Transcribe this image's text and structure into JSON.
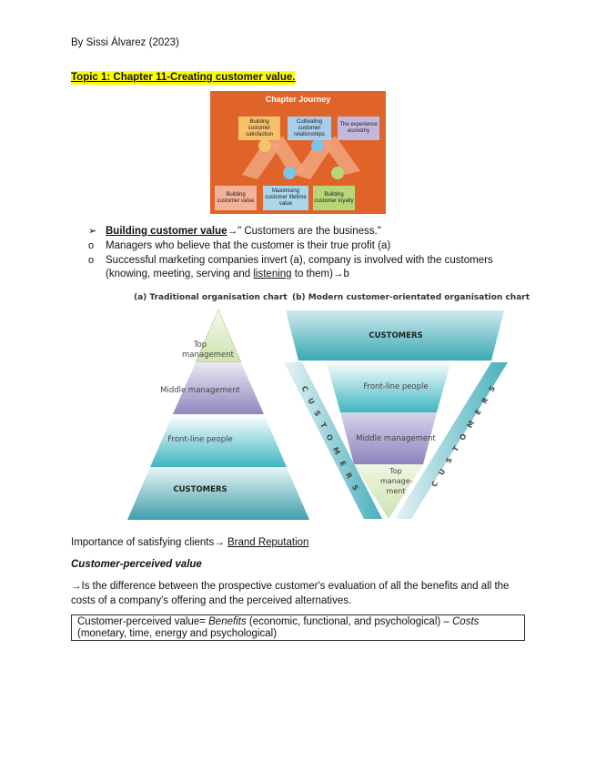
{
  "header": {
    "author": "By Sissi Álvarez (2023)"
  },
  "topic_title": "Topic 1: Chapter 11-Creating customer value.",
  "journey": {
    "title": "Chapter Journey",
    "top_boxes": [
      "Building customer satisfaction",
      "Cultivating customer relationships",
      "The experience economy"
    ],
    "bottom_boxes": [
      "Building customer value",
      "Maximising customer lifetime value",
      "Building customer loyalty"
    ]
  },
  "bullets": {
    "heading_link": "Building customer value",
    "heading_rest": "→\" Customers are the business.\"",
    "item1": "Managers who believe that the customer is their true profit (a)",
    "item2_line1": "Successful marketing companies invert (a), company is involved with the customers",
    "item2_line2_pre": "(knowing, meeting, serving and ",
    "item2_line2_link": "listening",
    "item2_line2_post": " to them)→b"
  },
  "org_charts": {
    "traditional": {
      "title": "(a) Traditional organisation chart",
      "levels": [
        "Top management",
        "Middle management",
        "Front-line people",
        "CUSTOMERS"
      ]
    },
    "modern": {
      "title": "(b) Modern customer-orientated organisation chart",
      "levels": [
        "CUSTOMERS",
        "Front-line people",
        "Middle management",
        "Top manage-ment"
      ],
      "side_label": "CUSTOMERS"
    }
  },
  "importance": {
    "text": "Importance of satisfying clients→ ",
    "link": "Brand Reputation"
  },
  "cpv_heading": "Customer-perceived value",
  "definition_line1": "→Is the difference between the prospective customer's evaluation of all the benefits and all the",
  "definition_line2": "costs of a company's offering and the perceived alternatives.",
  "formula": {
    "prefix": "Customer-perceived value= ",
    "benefits": "Benefits",
    "middle": " (economic, functional, and psychological) – ",
    "costs": "Costs",
    "line2": "(monetary, time, energy and psychological)"
  },
  "colors": {
    "topic_highlight": "#ffff00",
    "journey_bg": "#e0642a",
    "top_level_green": "#dfeec9",
    "middle_purple": "#aaa3cc",
    "frontline_teal": "#4fc1cc",
    "customers_teal": "#4fa7b3"
  }
}
